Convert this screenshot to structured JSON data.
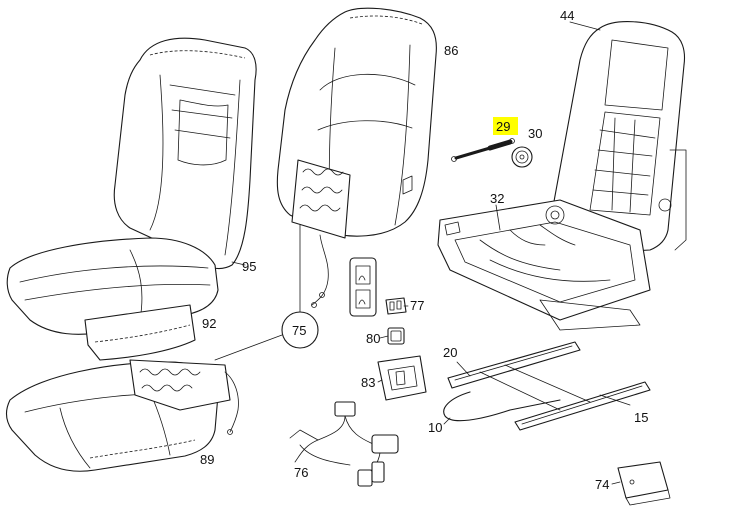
{
  "diagram": {
    "highlight_color": "#ffff00",
    "highlighted_part": "29",
    "labels": {
      "p44": "44",
      "p86": "86",
      "p29": "29",
      "p30": "30",
      "p32": "32",
      "p95": "95",
      "p92": "92",
      "p75": "75",
      "p77": "77",
      "p80": "80",
      "p20": "20",
      "p83": "83",
      "p15": "15",
      "p10": "10",
      "p89": "89",
      "p76": "76",
      "p74": "74"
    }
  }
}
